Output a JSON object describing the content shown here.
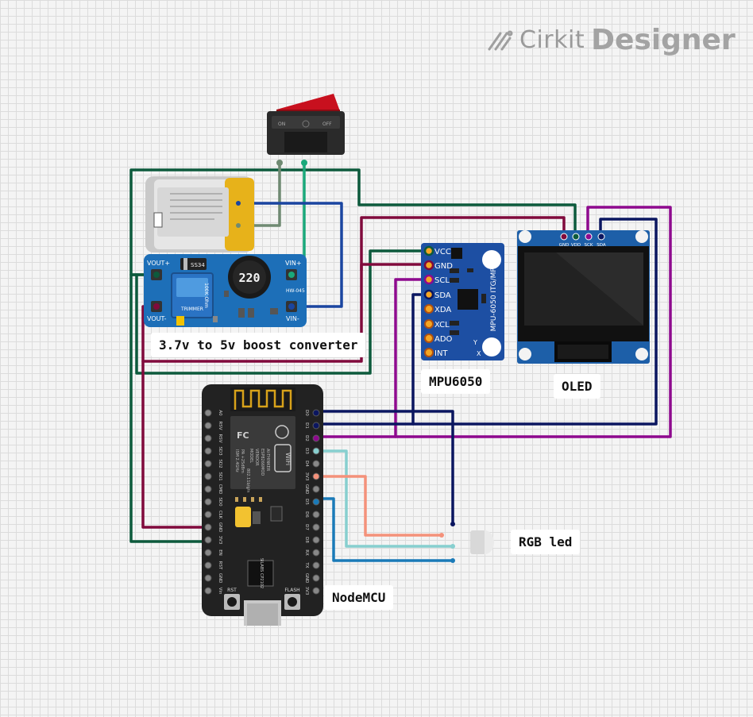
{
  "watermark": {
    "brand": "Cirkit",
    "product": "Designer"
  },
  "labels": {
    "boost": "3.7v to 5v boost converter",
    "mpu": "MPU6050",
    "oled": "OLED",
    "rgb": "RGB led",
    "nodemcu": "NodeMCU"
  },
  "boost_module": {
    "pins": [
      "VOUT+",
      "VOUT-",
      "VIN+",
      "VIN-"
    ],
    "inductor": "220",
    "diode": "SS34",
    "trimmer": "TRIMMER",
    "trimmer_value": "100K Ohm",
    "model": "HW-045"
  },
  "switch": {
    "on": "ON",
    "off": "OFF"
  },
  "mpu_module": {
    "pins": [
      "VCC",
      "GND",
      "SCL",
      "SDA",
      "XDA",
      "XCL",
      "ADO",
      "INT"
    ],
    "side_text": "MPU-6050 ITG/MPU",
    "axes": [
      "Y",
      "X"
    ]
  },
  "oled_module": {
    "pins": [
      "GND",
      "VDD",
      "SCK",
      "SDA"
    ]
  },
  "nodemcu_board": {
    "left_pins": [
      "A0",
      "RSV",
      "RSV",
      "SD3",
      "SD2",
      "SD1",
      "CMD",
      "SD0",
      "CLK",
      "GND",
      "3V3",
      "EN",
      "RST",
      "GND",
      "Vin"
    ],
    "right_pins": [
      "D0",
      "D1",
      "D2",
      "D3",
      "D4",
      "3V3",
      "GND",
      "D5",
      "D6",
      "D7",
      "D8",
      "RX",
      "TX",
      "GND",
      "3V3"
    ],
    "buttons": [
      "RST",
      "FLASH"
    ],
    "chip": "SILABS CP2102",
    "wifi": "WiFi",
    "module_text": [
      "MODEL",
      "VENDOR",
      "ESP8266MOD",
      "AI-THINKER",
      "ISM 2.4GHz",
      "PA +25dBm",
      "802.11b/g/n"
    ]
  },
  "colors": {
    "wire_green": "#0d5a3c",
    "wire_maroon": "#800a3c",
    "wire_purple": "#8e0a8e",
    "wire_navy": "#0b1660",
    "wire_blue": "#1a45a0",
    "wire_teal": "#87cfcf",
    "wire_salmon": "#f4917a",
    "wire_sky": "#1a7ab8",
    "wire_gray": "#6f8a72",
    "wire_seagreen": "#1aa87a",
    "board_blue": "#1d5fa8",
    "pcb_blue": "#18417e",
    "switch_red": "#d11220"
  }
}
